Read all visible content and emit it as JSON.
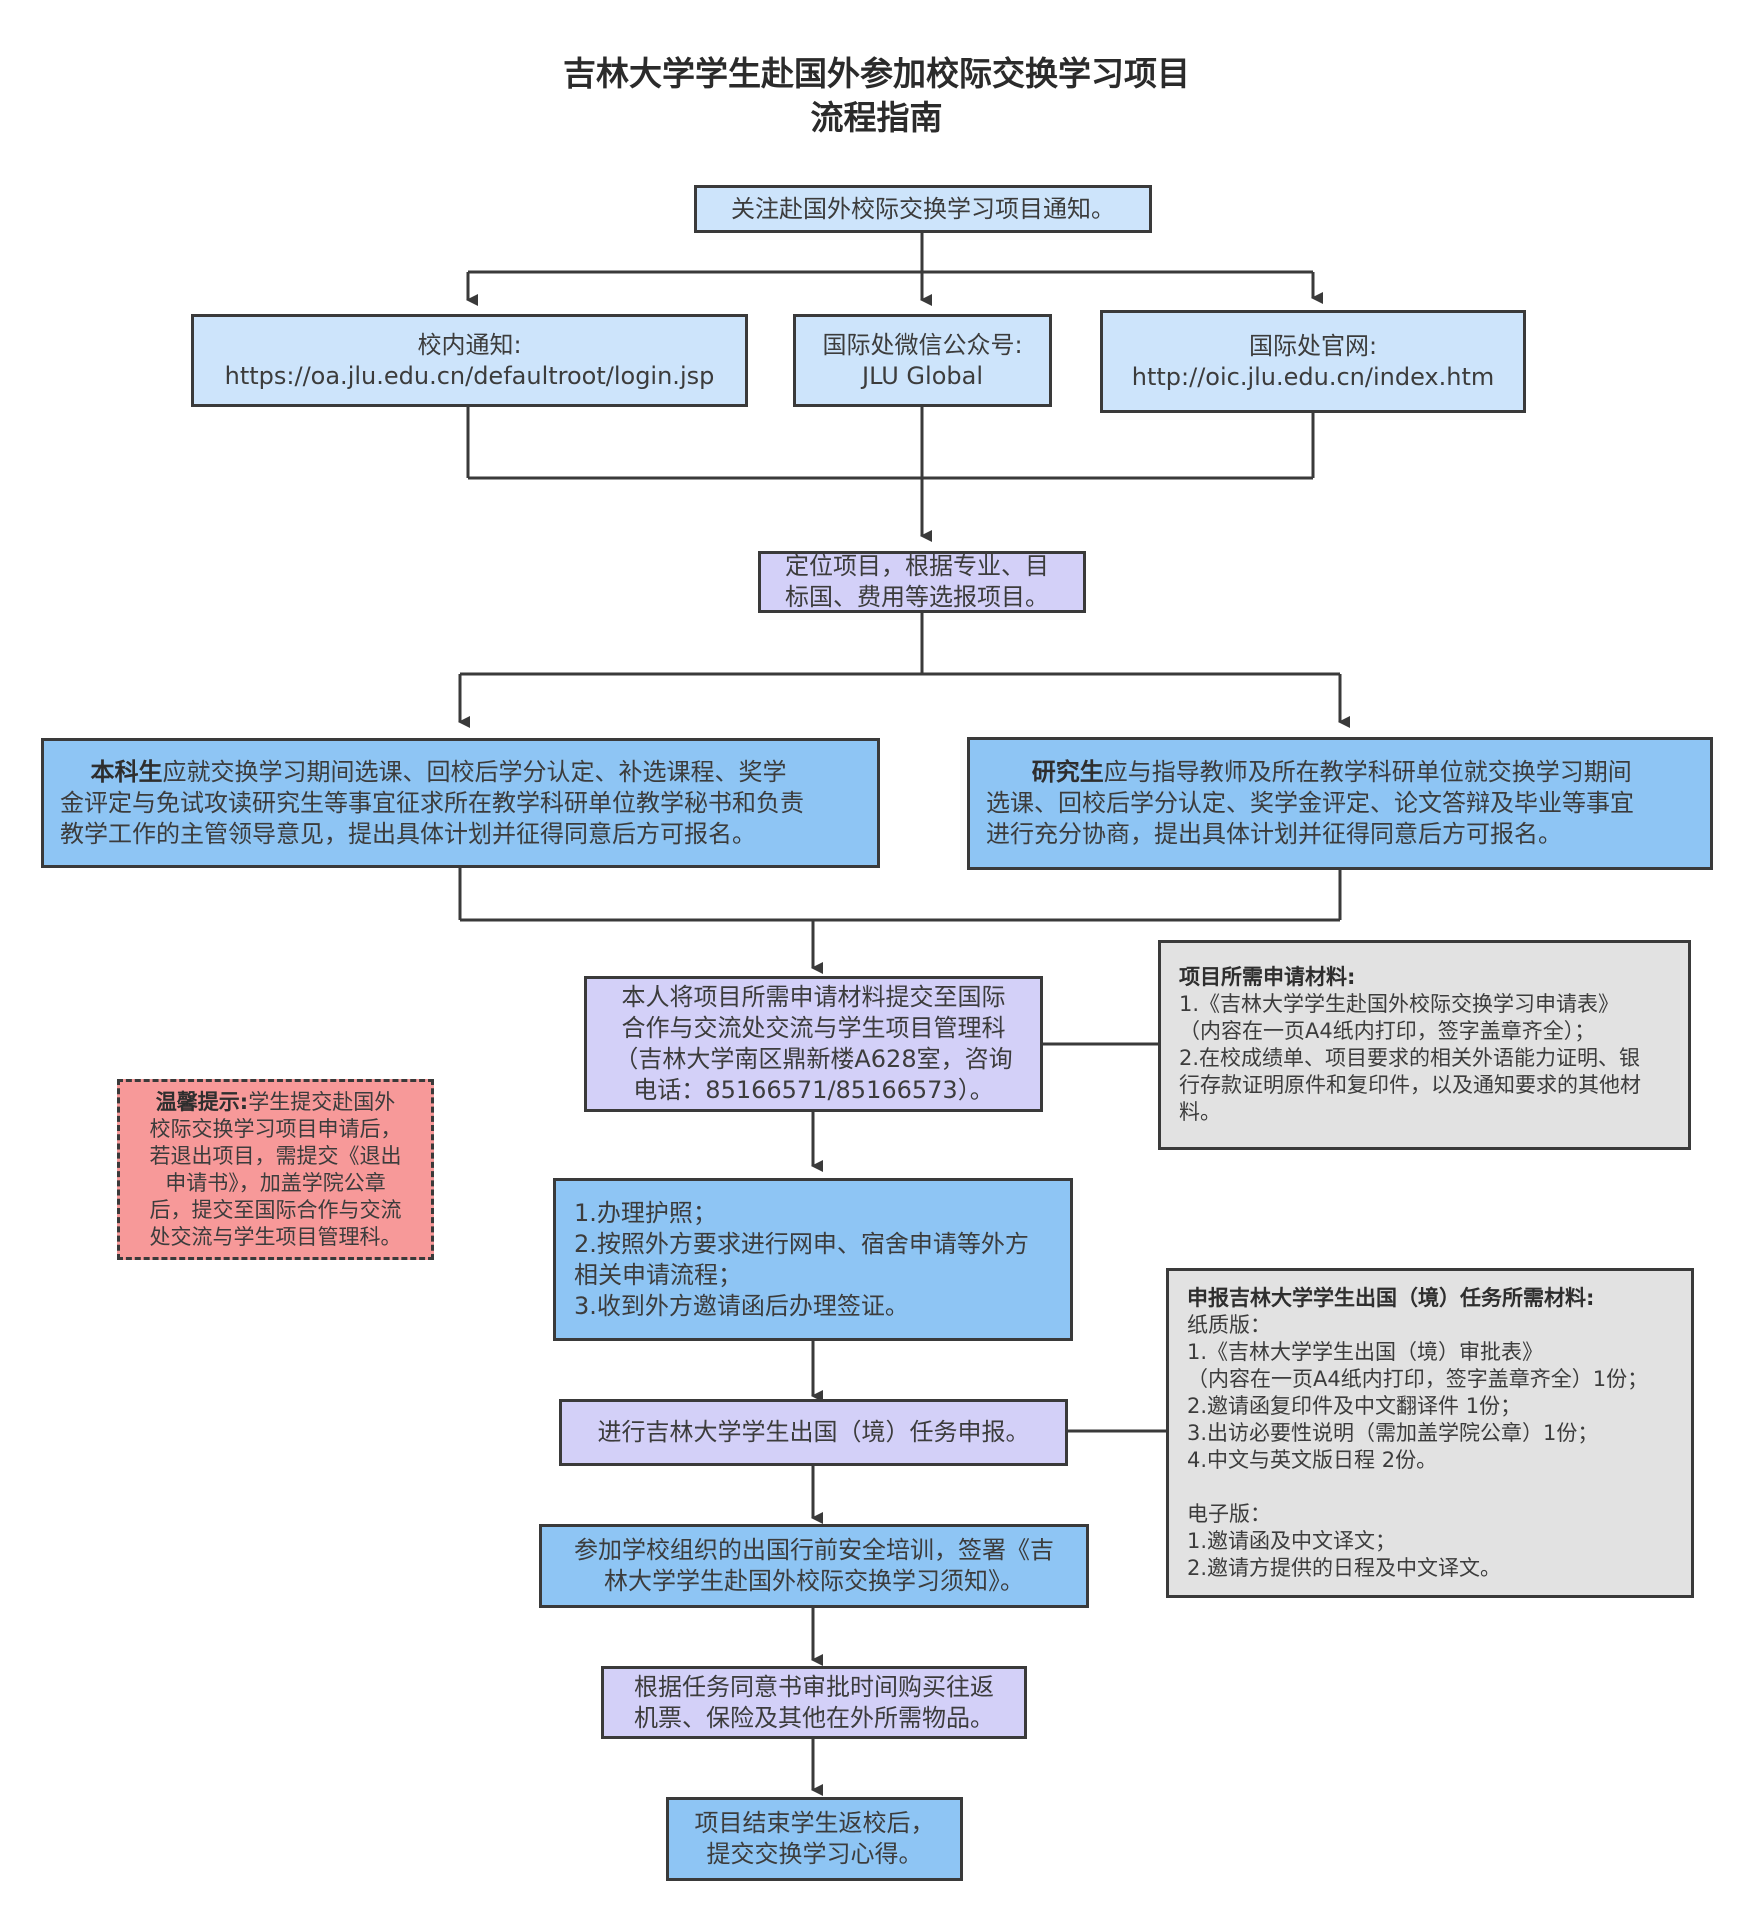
{
  "title": {
    "line1": "吉林大学学生赴国外参加校际交换学习项目",
    "line2": "流程指南"
  },
  "nodes": {
    "notice": "关注赴国外校际交换学习项目通知。",
    "campus": {
      "label": "校内通知:",
      "value": "https://oa.jlu.edu.cn/defaultroot/login.jsp"
    },
    "wechat": {
      "label": "国际处微信公众号:",
      "value": "JLU Global"
    },
    "website": {
      "label": "国际处官网:",
      "value": "http://oic.jlu.edu.cn/index.htm"
    },
    "locate": {
      "line1": "定位项目，根据专业、目",
      "line2": "标国、费用等选报项目。"
    },
    "undergrad": {
      "bold": "本科生",
      "text1": "应就交换学习期间选课、回校后学分认定、补选课程、奖学",
      "text2": "金评定与免试攻读研究生等事宜征求所在教学科研单位教学秘书和负责",
      "text3": "教学工作的主管领导意见，提出具体计划并征得同意后方可报名。"
    },
    "graduate": {
      "bold": "研究生",
      "text1": "应与指导教师及所在教学科研单位就交换学习期间",
      "text2": "选课、回校后学分认定、奖学金评定、论文答辩及毕业等事宜",
      "text3": "进行充分协商，提出具体计划并征得同意后方可报名。"
    },
    "submit": {
      "line1": "本人将项目所需申请材料提交至国际",
      "line2": "合作与交流处交流与学生项目管理科",
      "line3": "（吉林大学南区鼎新楼A628室，咨询",
      "line4": "电话：85166571/85166573）。"
    },
    "materials": {
      "heading": "项目所需申请材料:",
      "line1": "1.《吉林大学学生赴国外校际交换学习申请表》",
      "line2": "（内容在一页A4纸内打印，签字盖章齐全）；",
      "line3": "2.在校成绩单、项目要求的相关外语能力证明、银",
      "line4": "行存款证明原件和复印件，以及通知要求的其他材",
      "line5": "料。"
    },
    "tip": {
      "bold": "温馨提示:",
      "line1": "学生提交赴国外",
      "line2": "校际交换学习项目申请后，",
      "line3": "若退出项目，需提交《退出",
      "line4": "申请书》，加盖学院公章",
      "line5": "后，提交至国际合作与交流",
      "line6": "处交流与学生项目管理科。"
    },
    "steps": {
      "line1": "1.办理护照；",
      "line2": "2.按照外方要求进行网申、宿舍申请等外方",
      "line3": "相关申请流程；",
      "line4": "3.收到外方邀请函后办理签证。"
    },
    "report": "进行吉林大学学生出国（境）任务申报。",
    "report_materials": {
      "heading": "申报吉林大学学生出国（境）任务所需材料:",
      "line1": "纸质版：",
      "line2": "1.《吉林大学学生出国（境）审批表》",
      "line3": "（内容在一页A4纸内打印，签字盖章齐全）1份；",
      "line4": "2.邀请函复印件及中文翻译件 1份；",
      "line5": "3.出访必要性说明（需加盖学院公章）1份；",
      "line6": "4.中文与英文版日程 2份。",
      "line7": "电子版：",
      "line8": "1.邀请函及中文译文；",
      "line9": "2.邀请方提供的日程及中文译文。"
    },
    "training": {
      "line1": "参加学校组织的出国行前安全培训，签署《吉",
      "line2": "林大学学生赴国外校际交换学习须知》。"
    },
    "tickets": {
      "line1": "根据任务同意书审批时间购买往返",
      "line2": "机票、保险及其他在外所需物品。"
    },
    "finish": {
      "line1": "项目结束学生返校后，",
      "line2": "提交交换学习心得。"
    }
  },
  "colors": {
    "light_blue": "#cde4fb",
    "blue": "#8ec5f4",
    "purple": "#d3d0f8",
    "gray": "#e2e2e2",
    "pink": "#f79999",
    "line": "#3a3a3a"
  }
}
